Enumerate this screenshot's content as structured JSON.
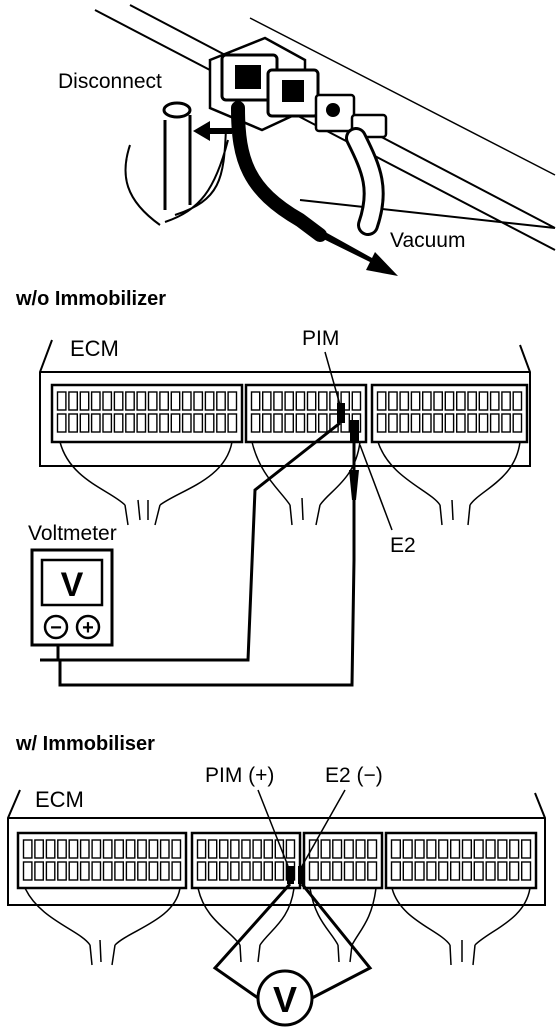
{
  "top_section": {
    "disconnect_label": "Disconnect",
    "vacuum_label": "Vacuum"
  },
  "without_immobilizer": {
    "heading": "w/o Immobilizer",
    "ecm_label": "ECM",
    "pim_label": "PIM",
    "e2_label": "E2",
    "voltmeter_label": "Voltmeter",
    "meter_glyph": "V",
    "minus_glyph": "−",
    "plus_glyph": "+"
  },
  "with_immobiliser": {
    "heading": "w/ Immobiliser",
    "ecm_label": "ECM",
    "pim_label": "PIM (+)",
    "e2_label": "E2 (−)",
    "meter_glyph": "V"
  }
}
